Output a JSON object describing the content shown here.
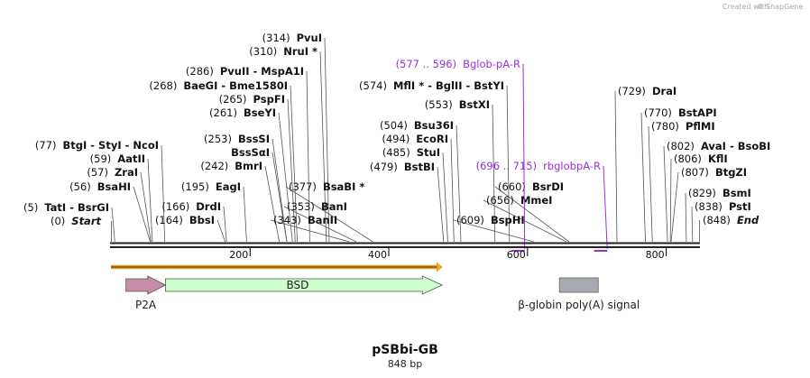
{
  "credit": {
    "prefix": "Created with",
    "app": "SnapGene"
  },
  "plasmid": {
    "name": "pSBbi-GB",
    "length": 848,
    "length_label": "848 bp"
  },
  "ruler": [
    {
      "label": "200"
    },
    {
      "label": "400"
    },
    {
      "label": "600"
    },
    {
      "label": "800"
    }
  ],
  "sites": [
    {
      "id": "start",
      "bp": 0,
      "pos": "(0)",
      "name": "Start",
      "italic": true
    },
    {
      "id": "tati",
      "bp": 5,
      "pos": "(5)",
      "name": "TatI  -  BsrGI"
    },
    {
      "id": "bsahi",
      "bp": 56,
      "pos": "(56)",
      "name": "BsaHI"
    },
    {
      "id": "zrai",
      "bp": 57,
      "pos": "(57)",
      "name": "ZraI"
    },
    {
      "id": "aatii",
      "bp": 59,
      "pos": "(59)",
      "name": "AatII"
    },
    {
      "id": "btgi",
      "bp": 77,
      "pos": "(77)",
      "name": "BtgI  -  StyI  -  NcoI"
    },
    {
      "id": "bbsi",
      "bp": 164,
      "pos": "(164)",
      "name": "BbsI"
    },
    {
      "id": "drdi",
      "bp": 166,
      "pos": "(166)",
      "name": "DrdI"
    },
    {
      "id": "eagi",
      "bp": 195,
      "pos": "(195)",
      "name": "EagI"
    },
    {
      "id": "bmri",
      "bp": 242,
      "pos": "(242)",
      "name": "BmrI"
    },
    {
      "id": "bsssai",
      "bp": 253,
      "pos": "",
      "name": "BssSαI"
    },
    {
      "id": "bsssi",
      "bp": 253,
      "pos": "(253)",
      "name": "BssSI"
    },
    {
      "id": "bseyi",
      "bp": 261,
      "pos": "(261)",
      "name": "BseYI"
    },
    {
      "id": "pspfi",
      "bp": 265,
      "pos": "(265)",
      "name": "PspFI"
    },
    {
      "id": "baegi",
      "bp": 268,
      "pos": "(268)",
      "name": "BaeGI  -  Bme1580I"
    },
    {
      "id": "pvuii",
      "bp": 286,
      "pos": "(286)",
      "name": "PvuII  -  MspA1I"
    },
    {
      "id": "nrui",
      "bp": 310,
      "pos": "(310)",
      "name": "NruI *"
    },
    {
      "id": "pvui",
      "bp": 314,
      "pos": "(314)",
      "name": "PvuI"
    },
    {
      "id": "banii",
      "bp": 343,
      "pos": "(343)",
      "name": "BanII"
    },
    {
      "id": "bani",
      "bp": 353,
      "pos": "(353)",
      "name": "BanI"
    },
    {
      "id": "bsabi",
      "bp": 377,
      "pos": "(377)",
      "name": "BsaBI *"
    },
    {
      "id": "bstbi",
      "bp": 479,
      "pos": "(479)",
      "name": "BstBI"
    },
    {
      "id": "stui",
      "bp": 485,
      "pos": "(485)",
      "name": "StuI"
    },
    {
      "id": "ecori",
      "bp": 494,
      "pos": "(494)",
      "name": "EcoRI"
    },
    {
      "id": "bsu36i",
      "bp": 504,
      "pos": "(504)",
      "name": "Bsu36I"
    },
    {
      "id": "bstxi",
      "bp": 553,
      "pos": "(553)",
      "name": "BstXI"
    },
    {
      "id": "mfli",
      "bp": 574,
      "pos": "(574)",
      "name": "MflI *  -  BglII  -  BstYI"
    },
    {
      "id": "bsphi",
      "bp": 609,
      "pos": "(609)",
      "name": "BspHI"
    },
    {
      "id": "mmei",
      "bp": 656,
      "pos": "(656)",
      "name": "MmeI"
    },
    {
      "id": "bsrdi",
      "bp": 660,
      "pos": "(660)",
      "name": "BsrDI"
    },
    {
      "id": "drai",
      "bp": 729,
      "pos": "(729)",
      "name": "DraI"
    },
    {
      "id": "bstapi",
      "bp": 770,
      "pos": "(770)",
      "name": "BstAPI"
    },
    {
      "id": "pflmi",
      "bp": 780,
      "pos": "(780)",
      "name": "PflMI"
    },
    {
      "id": "avai",
      "bp": 802,
      "pos": "(802)",
      "name": "AvaI  -  BsoBI"
    },
    {
      "id": "kfli",
      "bp": 806,
      "pos": "(806)",
      "name": "KflI"
    },
    {
      "id": "btgzi",
      "bp": 807,
      "pos": "(807)",
      "name": "BtgZI"
    },
    {
      "id": "bsmi",
      "bp": 829,
      "pos": "(829)",
      "name": "BsmI"
    },
    {
      "id": "psti",
      "bp": 838,
      "pos": "(838)",
      "name": "PstI"
    },
    {
      "id": "end",
      "bp": 848,
      "pos": "(848)",
      "name": "End",
      "italic": true
    }
  ],
  "primers": [
    {
      "id": "bglob-pa-r",
      "range": "(577 .. 596)",
      "name": "Bglob-pA-R",
      "start": 577,
      "end": 596
    },
    {
      "id": "rbglobpa-r",
      "range": "(696 .. 715)",
      "name": "rbglobpA-R",
      "start": 696,
      "end": 715
    }
  ],
  "features": [
    {
      "id": "p2a",
      "name": "P2A",
      "start": 21,
      "end": 78,
      "color": "#c88ea8",
      "shape": "arrow"
    },
    {
      "id": "bsd",
      "name": "BSD",
      "start": 78,
      "end": 477,
      "color": "#ccffcc",
      "shape": "arrow"
    },
    {
      "id": "bglobin-pa",
      "name": "β-globin poly(A) signal",
      "start": 646,
      "end": 702,
      "color": "#a6a9b0",
      "shape": "box"
    }
  ],
  "orf": {
    "start": 1,
    "end": 477,
    "color": "#f5a623"
  },
  "colors": {
    "primer": "#9b30d9",
    "backbone": "#222222",
    "site_line": "#555555"
  }
}
